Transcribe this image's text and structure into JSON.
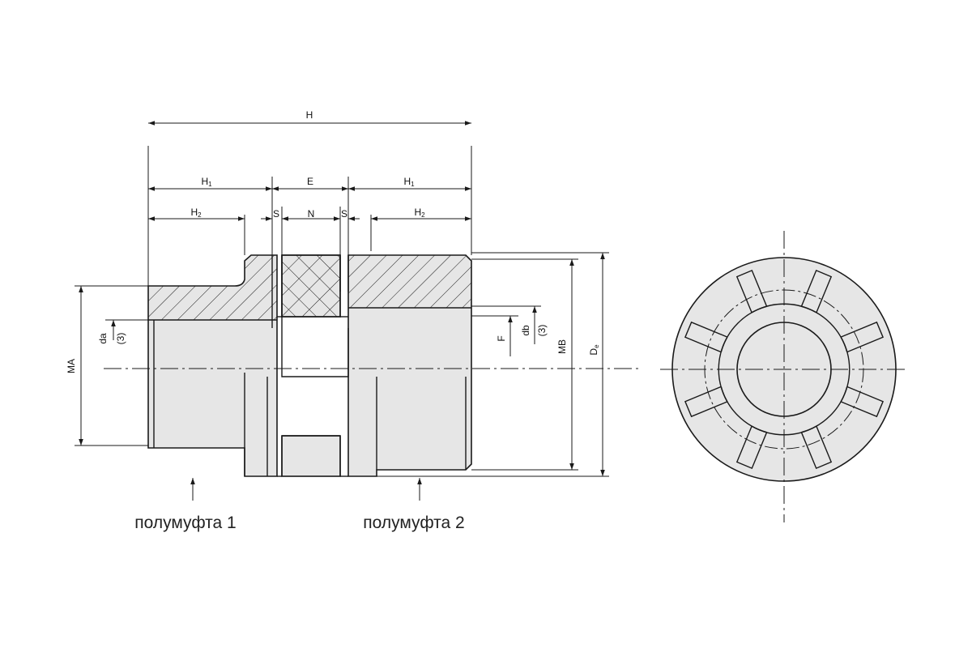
{
  "dimensions": {
    "H": "H",
    "H1_left": {
      "base": "H",
      "sub": "1"
    },
    "H1_right": {
      "base": "H",
      "sub": "1"
    },
    "H2_left": {
      "base": "H",
      "sub": "2"
    },
    "H2_right": {
      "base": "H",
      "sub": "2"
    },
    "E": "E",
    "S_left": "S",
    "S_right": "S",
    "N": "N",
    "MA": "MA",
    "MB": "MB",
    "De": {
      "base": "D",
      "sub": "e"
    },
    "F": "F",
    "da": "da",
    "da_note": "(3)",
    "db": "db",
    "db_note": "(3)"
  },
  "captions": {
    "half_coupling_1": "полумуфта 1",
    "half_coupling_2": "полумуфта 2"
  },
  "colors": {
    "line": "#1a1a1a",
    "fill": "#e6e6e6",
    "background": "#ffffff"
  }
}
